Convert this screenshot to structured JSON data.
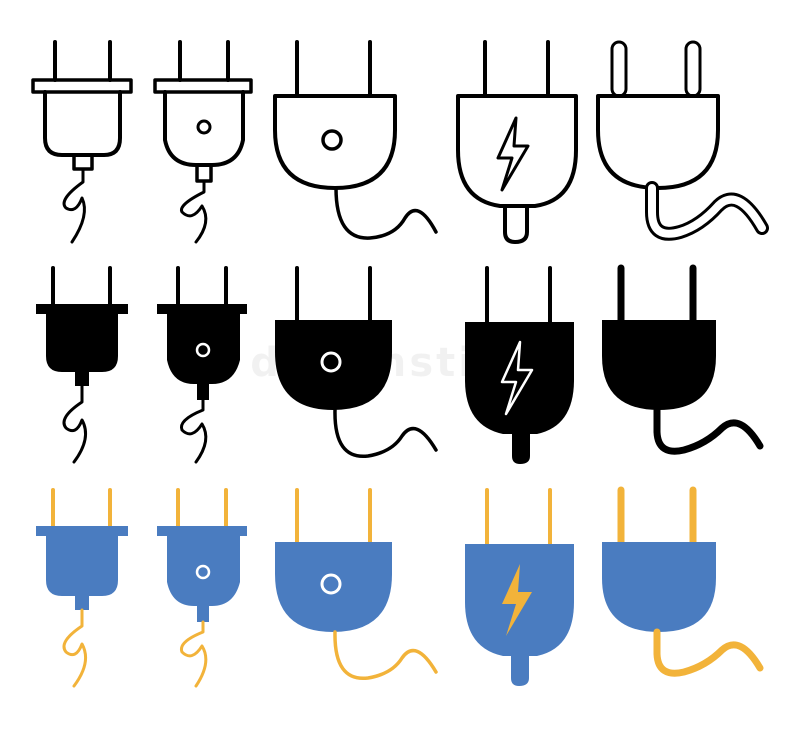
{
  "sheet": {
    "rows": [
      {
        "style": "outline",
        "icons": [
          "plug-icon",
          "plug-icon",
          "plug-icon",
          "plug-lightning-icon",
          "plug-icon"
        ]
      },
      {
        "style": "solid",
        "icons": [
          "plug-icon",
          "plug-icon",
          "plug-icon",
          "plug-lightning-icon",
          "plug-icon"
        ]
      },
      {
        "style": "color",
        "icons": [
          "plug-icon",
          "plug-icon",
          "plug-icon",
          "plug-lightning-icon",
          "plug-icon"
        ]
      }
    ]
  },
  "colors": {
    "outline": "#000000",
    "solid_fill": "#000000",
    "blue": "#4a7cc0",
    "orange": "#f2b33a",
    "white": "#ffffff"
  },
  "watermark": "dreamstime"
}
